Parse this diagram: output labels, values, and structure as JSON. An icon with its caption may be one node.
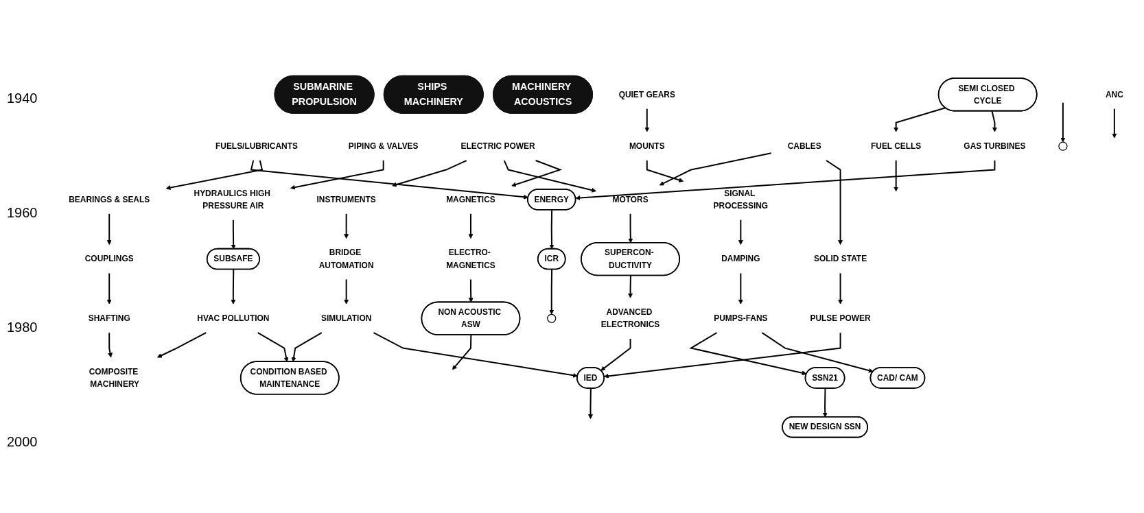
{
  "diagram": {
    "nodes": [
      {
        "text": [
          "SUBMARINE PROPULSION"
        ]
      },
      {
        "text": [
          "SHIPS MACHINERY"
        ]
      },
      {
        "text": [
          "MACHINERY ACOUSTICS"
        ]
      },
      {
        "text": [
          "SEMI CLOSED CYCLE"
        ]
      },
      {
        "text": [
          "FUELS/LUBRICANTS"
        ]
      },
      {
        "text": [
          "PIPING & VALVES"
        ]
      },
      {
        "text": [
          "ELECTRIC POWER"
        ]
      },
      {
        "text": [
          "QUIET GEARS"
        ]
      },
      {
        "text": [
          "GAS TURBINES"
        ]
      },
      {
        "text": [
          "BEARINGS & SEALS"
        ]
      },
      {
        "text": [
          "HYDRAULICS HIGH PRESSURE AIR"
        ]
      },
      {
        "text": [
          "INSTRUMENTS"
        ]
      },
      {
        "text": [
          "MOTORS"
        ]
      },
      {
        "text": [
          "CABLES"
        ]
      },
      {
        "text": [
          "MAGNETICS"
        ]
      },
      {
        "text": [
          "MOUNTS"
        ]
      },
      {
        "text": [
          "FUEL CELLS"
        ]
      },
      {
        "text": [
          "SUBSAFE"
        ]
      },
      {
        "text": [
          "BRIDGE AUTOMATION"
        ]
      },
      {
        "text": [
          "ENERGY"
        ]
      },
      {
        "text": [
          "COUPLINGS"
        ]
      },
      {
        "text": [
          "SUPERCON- DUCTIVITY"
        ]
      },
      {
        "text": [
          "ELECTRO- MAGNETICS"
        ]
      },
      {
        "text": [
          "SIGNAL PROCESSING"
        ]
      },
      {
        "text": [
          "HVAC POLLUTION"
        ]
      },
      {
        "text": [
          "SIMULATION"
        ]
      },
      {
        "text": [
          "SOLID STATE"
        ]
      },
      {
        "text": [
          "DAMPING"
        ]
      },
      {
        "text": [
          "ADVANCED ELECTRONICS"
        ]
      },
      {
        "text": [
          "PUMPS-FANS"
        ]
      },
      {
        "text": [
          "ICR"
        ]
      },
      {
        "text": [
          "SHAFTING"
        ]
      },
      {
        "text": [
          "ANC"
        ]
      },
      {
        "text": [
          "PULSE POWER"
        ]
      },
      {
        "text": [
          "COMPOSITE MACHINERY"
        ]
      },
      {
        "text": [
          "CONDITION BASED MAINTENANCE"
        ]
      },
      {
        "text": [
          "IED"
        ]
      },
      {
        "text": [
          "NON ACOUSTIC ASW"
        ]
      },
      {
        "text": [
          "SSN21"
        ]
      },
      {
        "text": [
          "CAD/ CAM"
        ]
      },
      {
        "text": [],
        "shape": "circle"
      },
      {
        "text": [],
        "shape": "circle"
      },
      {
        "text": [
          "NEW DESIGN SSN"
        ]
      }
    ],
    "edges": [
      {
        "from": 3,
        "to": 16,
        "arrow": "to"
      },
      {
        "from": 3,
        "to": 8,
        "arrow": "to"
      },
      {
        "from": 4,
        "to": 19,
        "arrow": "to"
      },
      {
        "from": 4,
        "to": 9,
        "arrow": "to"
      },
      {
        "from": 5,
        "to": 10,
        "arrow": "to"
      },
      {
        "from": 6,
        "to": 11,
        "arrow": "to"
      },
      {
        "from": 6,
        "to": 12,
        "arrow": "to"
      },
      {
        "from": 6,
        "to": 14,
        "arrow": "to"
      },
      {
        "from": 7,
        "to": 15,
        "arrow": "to"
      },
      {
        "from": 8,
        "to": 19,
        "arrow": "to"
      },
      {
        "from": 9,
        "to": 20,
        "arrow": "to"
      },
      {
        "from": 10,
        "to": 17,
        "arrow": "to"
      },
      {
        "from": 11,
        "to": 18,
        "arrow": "to"
      },
      {
        "from": 13,
        "to": 12,
        "arrow": "to"
      },
      {
        "from": 12,
        "to": 21,
        "arrow": "to"
      },
      {
        "from": 14,
        "to": 22,
        "arrow": "to"
      },
      {
        "from": 15,
        "to": 23,
        "arrow": "to"
      },
      {
        "from": 16,
        "to": null,
        "arrow": "to"
      },
      {
        "from": null,
        "to": 40,
        "arrow": "to"
      },
      {
        "from": 17,
        "to": 24,
        "arrow": "to"
      },
      {
        "from": 18,
        "to": 25,
        "arrow": "to"
      },
      {
        "from": 19,
        "to": 30,
        "arrow": "to"
      },
      {
        "from": 20,
        "to": 31,
        "arrow": "to"
      },
      {
        "from": 21,
        "to": 28,
        "arrow": "to"
      },
      {
        "from": 13,
        "to": 26,
        "arrow": "to"
      },
      {
        "from": 22,
        "to": 37,
        "arrow": "to"
      },
      {
        "from": 23,
        "to": 27,
        "arrow": "to"
      },
      {
        "from": 27,
        "to": 29,
        "arrow": "to"
      },
      {
        "from": 24,
        "to": 34,
        "arrow": "to"
      },
      {
        "from": 24,
        "to": 35,
        "arrow": "to"
      },
      {
        "from": 25,
        "to": 35,
        "arrow": "to"
      },
      {
        "from": 25,
        "to": 36,
        "arrow": "to"
      },
      {
        "from": 28,
        "to": 36,
        "arrow": "to"
      },
      {
        "from": 26,
        "to": 33,
        "arrow": "to"
      },
      {
        "from": 33,
        "to": 36,
        "arrow": "to"
      },
      {
        "from": 29,
        "to": 38,
        "arrow": "to"
      },
      {
        "from": 29,
        "to": 39,
        "arrow": "to"
      },
      {
        "from": 30,
        "to": 41,
        "arrow": "to"
      },
      {
        "from": 31,
        "to": 34,
        "arrow": "to"
      },
      {
        "from": 36,
        "to": null,
        "arrow": "to"
      },
      {
        "from": 37,
        "to": null,
        "arrow": "to"
      },
      {
        "from": 32,
        "to": null,
        "arrow": "to"
      },
      {
        "from": 38,
        "to": 42,
        "arrow": "to"
      }
    ],
    "labels": [
      "1940",
      "1960",
      "1980",
      "2000"
    ]
  }
}
